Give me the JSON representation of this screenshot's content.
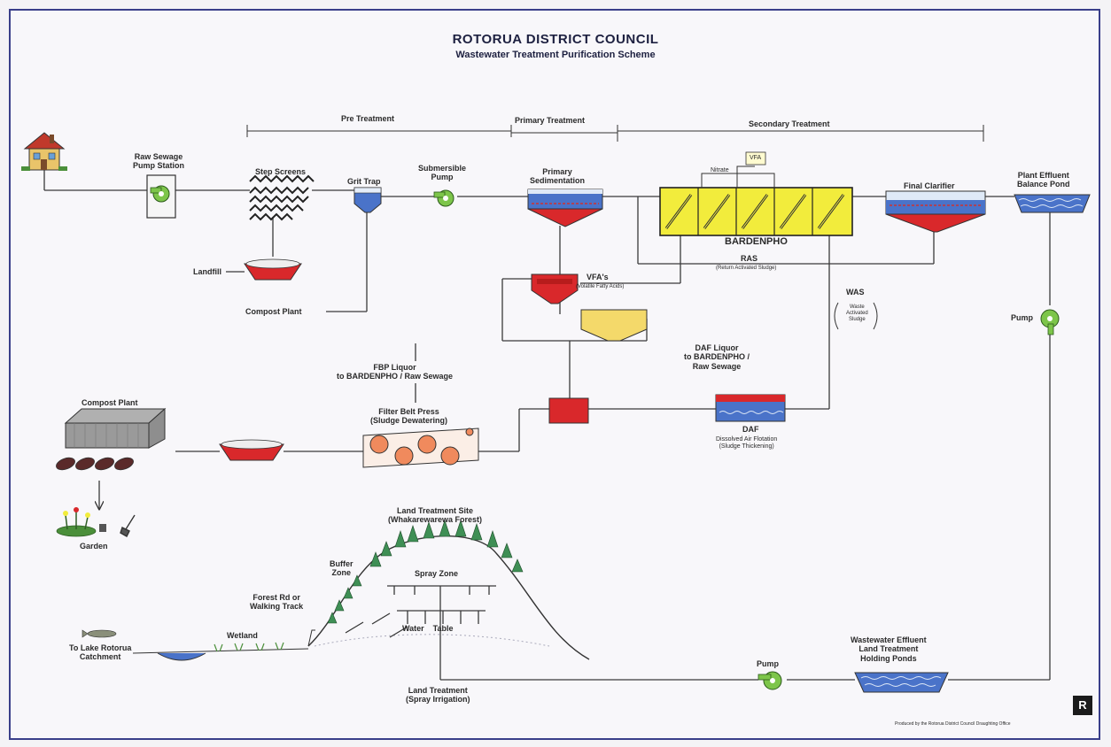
{
  "title": "ROTORUA DISTRICT COUNCIL",
  "subtitle": "Wastewater Treatment Purification Scheme",
  "stages": {
    "pre": "Pre Treatment",
    "primary": "Primary Treatment",
    "secondary": "Secondary Treatment"
  },
  "labels": {
    "raw_sewage": "Raw Sewage\nPump Station",
    "step_screens": "Step Screens",
    "grit_trap": "Grit Trap",
    "submersible_pump": "Submersible\nPump",
    "primary_sedimentation": "Primary\nSedimentation",
    "nitrate": "Nitrate",
    "vfa_box": "VFA",
    "bardenpho": "BARDENPHO",
    "ras": "RAS",
    "ras_sub": "(Return Activated Sludge)",
    "final_clarifier": "Final Clarifier",
    "plant_effluent": "Plant Effluent\nBalance Pond",
    "landfill": "Landfill",
    "compost_plant_upper": "Compost Plant",
    "vfas": "VFA's",
    "vfas_sub": "(Volatile Fatty Acids)",
    "was": "WAS",
    "was_sub": "Waste\nActivated\nSludge",
    "pump_right": "Pump",
    "fbp_liquor": "FBP Liquor\nto BARDENPHO / Raw Sewage",
    "filter_belt_press": "Filter Belt Press\n(Sludge Dewatering)",
    "daf_liquor": "DAF Liquor\nto BARDENPHO /\nRaw Sewage",
    "daf": "DAF",
    "daf_sub": "Dissolved Air Flotation\n(Sludge Thickening)",
    "compost_plant_left": "Compost Plant",
    "garden": "Garden",
    "land_treatment_site": "Land Treatment Site\n(Whakarewarewa Forest)",
    "buffer_zone": "Buffer\nZone",
    "spray_zone": "Spray Zone",
    "forest_rd": "Forest Rd or\nWalking Track",
    "wetland": "Wetland",
    "water_table": "Water    Table",
    "to_lake": "To Lake Rotorua\nCatchment",
    "land_treatment": "Land Treatment\n(Spray Irrigation)",
    "pump_bottom": "Pump",
    "holding_ponds": "Wastewater Effluent\nLand Treatment\nHolding Ponds",
    "footer": "Produced by the Rotorua District Council Draughting Office",
    "logo": "R"
  },
  "colors": {
    "pipe": "#3a3a3a",
    "bardenpho_fill": "#f2ec3c",
    "sludge_red": "#d9282b",
    "water_blue": "#4a73c9",
    "pump_green": "#7dc54a",
    "fermenter_yellow": "#f4d96a",
    "forest_green": "#3f8f55",
    "frame_blue": "#3a3f8a"
  },
  "icons": {
    "house": "house-icon",
    "pump": "pump-icon",
    "fish": "fish-icon",
    "tree": "tree-icon",
    "shovel": "shovel-icon"
  }
}
